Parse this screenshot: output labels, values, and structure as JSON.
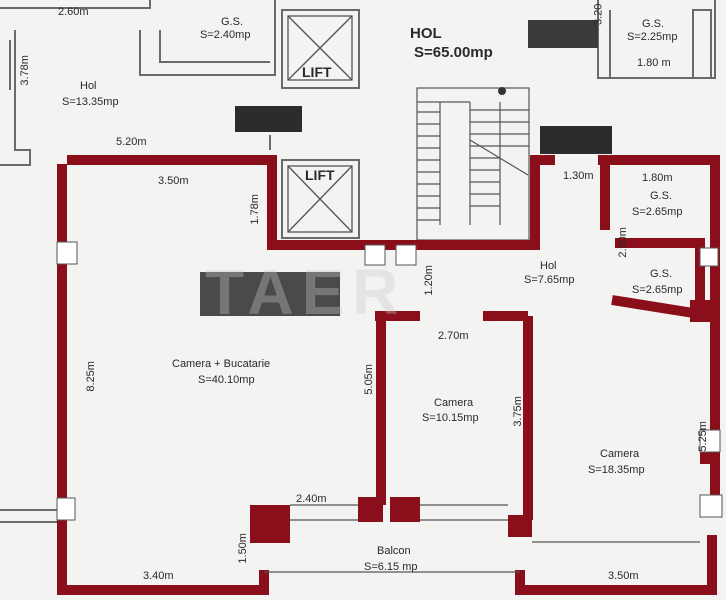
{
  "rooms": {
    "hol_main": {
      "name": "HOL",
      "area": "S=65.00mp"
    },
    "hol_left": {
      "name": "Hol",
      "area": "S=13.35mp"
    },
    "gs_top": {
      "name": "G.S.",
      "area": "S=2.40mp"
    },
    "gs_top_right": {
      "name": "G.S.",
      "area": "S=2.25mp"
    },
    "gs_1": {
      "name": "G.S.",
      "area": "S=2.65mp"
    },
    "gs_2": {
      "name": "G.S.",
      "area": "S=2.65mp"
    },
    "hol_apt": {
      "name": "Hol",
      "area": "S=7.65mp"
    },
    "camera_bucatarie": {
      "name": "Camera + Bucatarie",
      "area": "S=40.10mp"
    },
    "camera_mid": {
      "name": "Camera",
      "area": "S=10.15mp"
    },
    "camera_right": {
      "name": "Camera",
      "area": "S=18.35mp"
    },
    "balcon": {
      "name": "Balcon",
      "area": "S=6.15 mp"
    }
  },
  "lifts": {
    "upper": "LIFT",
    "lower": "LIFT"
  },
  "dimensions": {
    "d_260": "2.60m",
    "d_378": "3.78m",
    "d_320": "3.20",
    "d_180top": "1.80 m",
    "d_520": "5.20m",
    "d_350": "3.50m",
    "d_178": "1.78m",
    "d_130": "1.30m",
    "d_180": "1.80m",
    "d_250": "2.50m",
    "d_120": "1.20m",
    "d_270": "2.70m",
    "d_825": "8.25m",
    "d_505": "5.05m",
    "d_375": "3.75m",
    "d_525": "5.25m",
    "d_240": "2.40m",
    "d_150": "1.50m",
    "d_340": "3.40m",
    "d_350b": "3.50m"
  },
  "watermark": "TAER",
  "colors": {
    "wall": "#8b0f1a",
    "line": "#555555",
    "paper": "#f3f3f1",
    "dark_block": "#2c2c2c"
  }
}
